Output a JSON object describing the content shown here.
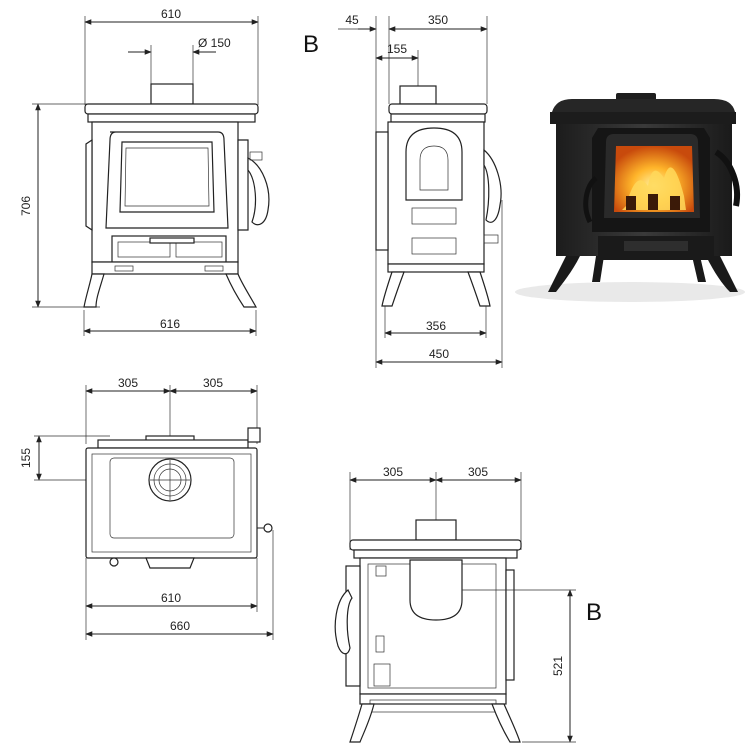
{
  "front_view": {
    "top_width": "610",
    "flue_diameter": "Ø 150",
    "height": "706",
    "base_width": "616"
  },
  "side_view": {
    "label": "B",
    "rear_offset": "45",
    "depth_top": "350",
    "flue_offset": "155",
    "base_depth": "356",
    "total_depth": "450"
  },
  "top_view": {
    "half_left": "305",
    "half_right": "305",
    "flue_from_back": "155",
    "width": "610",
    "width_with_handles": "660"
  },
  "rear_view": {
    "half_left": "305",
    "half_right": "305",
    "label": "B",
    "flue_height": "521"
  },
  "photo": {
    "icon": "wood-stove-photo",
    "colors": {
      "iron": "#2a2a2a",
      "fire": "#f39a1c",
      "flame_core": "#ffd85a"
    }
  }
}
